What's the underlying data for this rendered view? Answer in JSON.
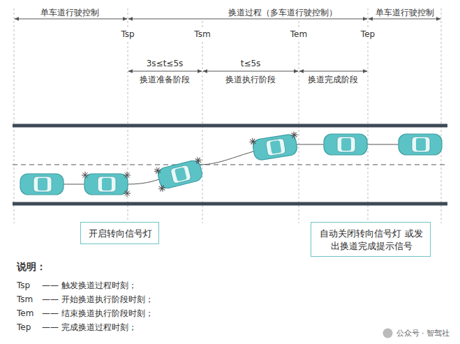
{
  "diagram": {
    "nodes": [
      {
        "text": [
          "开启转向信号灯"
        ]
      },
      {
        "text": [
          "自动关闭转向信号灯 或发出换道完成提示信号"
        ]
      }
    ],
    "labels": [
      "单车道行驶控制",
      "换道过程（多车道行驶控制）",
      "单车道行驶控制",
      "Tsp",
      "Tsm",
      "Tem",
      "Tep",
      "3s≤t≤5s",
      "换道准备阶段",
      "t≤5s",
      "换道执行阶段",
      "换道完成阶段",
      "说明：",
      "Tsp",
      "—— 触发换道过程时刻；",
      "Tsm",
      "—— 开始换道执行阶段时刻；",
      "Tem",
      "—— 结束换道执行阶段时刻；",
      "Tep",
      "—— 完成换道过程时刻；",
      "公众号 · 智驾社"
    ]
  }
}
